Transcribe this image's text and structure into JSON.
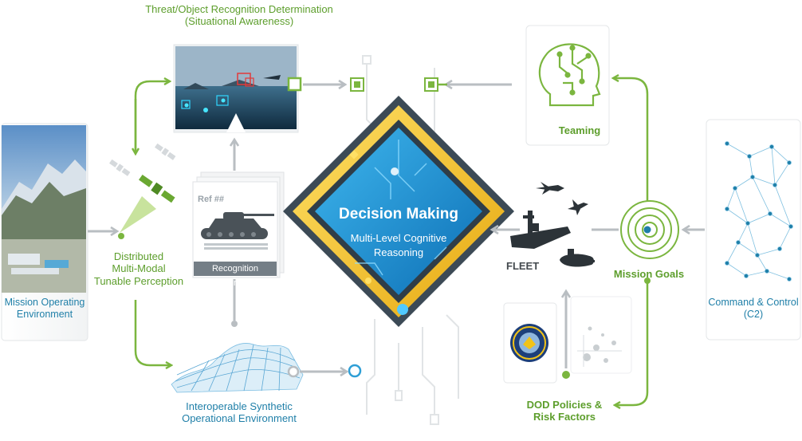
{
  "labels": {
    "threat_line1": "Threat/Object Recognition Determination",
    "threat_line2": "(Situational Awareness)",
    "mission_env_line1": "Mission Operating",
    "mission_env_line2": "Environment",
    "perception_line1": "Distributed",
    "perception_line2": "Multi-Modal",
    "perception_line3": "Tunable Perception",
    "synthetic_line1": "Interoperable Synthetic",
    "synthetic_line2": "Operational Environment",
    "recognition_ref": "Recognition Reference",
    "ref_number": "Ref ##",
    "decision_title": "Decision Making",
    "decision_sub_line1": "Multi-Level Cognitive",
    "decision_sub_line2": "Reasoning",
    "teaming": "Teaming",
    "fleet": "FLEET",
    "mission_goals": "Mission Goals",
    "c2_line1": "Command & Control",
    "c2_line2": "(C2)",
    "dod_line1": "DOD Policies &",
    "dod_line2": "Risk Factors"
  },
  "colors": {
    "green": "#7bb63f",
    "grey_arrow": "#b9bec2",
    "diamond_gold": "#f2c318",
    "diamond_blue": "#1a8fd0",
    "diamond_dark": "#3c4a56",
    "text_blue": "#1f7fa8"
  },
  "icons": [
    "satellite-icon",
    "brain-head-icon",
    "target-rings-icon",
    "network-icon",
    "tank-icon",
    "aircraft-carrier-icon",
    "fighter-jet-icon",
    "submarine-icon",
    "dod-seal-icon"
  ]
}
